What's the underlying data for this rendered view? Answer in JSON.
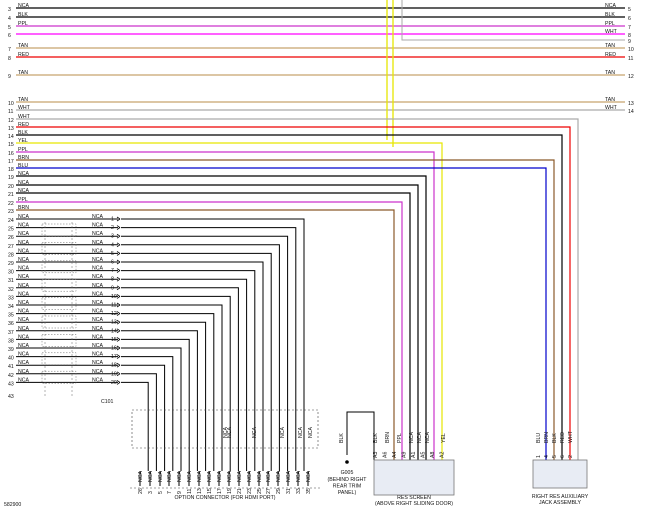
{
  "diagram_id": "582900",
  "left_pins": [
    {
      "n": "3",
      "c": "NCA",
      "k": "#000000"
    },
    {
      "n": "4",
      "c": "BLK",
      "k": "#000000"
    },
    {
      "n": "5",
      "c": "PPL",
      "k": "#cc33cc"
    },
    {
      "n": "6",
      "c": "",
      "k": "#ff00ff"
    },
    {
      "n": "7",
      "c": "TAN",
      "k": "#c8a56e"
    },
    {
      "n": "8",
      "c": "RED",
      "k": "#ee0000"
    },
    {
      "n": "9",
      "c": "TAN",
      "k": "#c8a56e"
    },
    {
      "n": "10",
      "c": "TAN",
      "k": "#c8a56e"
    },
    {
      "n": "11",
      "c": "WHT",
      "k": "#999999"
    },
    {
      "n": "12",
      "c": "WHT",
      "k": "#999999"
    },
    {
      "n": "13",
      "c": "RED",
      "k": "#ee0000"
    },
    {
      "n": "14",
      "c": "BLK",
      "k": "#000000"
    },
    {
      "n": "15",
      "c": "YEL",
      "k": "#e6e600"
    },
    {
      "n": "16",
      "c": "PPL",
      "k": "#cc33cc"
    },
    {
      "n": "17",
      "c": "BRN",
      "k": "#8b5a2b"
    },
    {
      "n": "18",
      "c": "BLU",
      "k": "#0000cc"
    },
    {
      "n": "19",
      "c": "NCA",
      "k": "#000000"
    },
    {
      "n": "20",
      "c": "NCA",
      "k": "#000000"
    },
    {
      "n": "21",
      "c": "NCA",
      "k": "#000000"
    },
    {
      "n": "22",
      "c": "PPL",
      "k": "#cc33cc"
    },
    {
      "n": "23",
      "c": "BRN",
      "k": "#8b5a2b"
    }
  ],
  "right_pins": [
    {
      "n": "5",
      "c": "NCA"
    },
    {
      "n": "6",
      "c": "BLK"
    },
    {
      "n": "7",
      "c": "PPL"
    },
    {
      "n": "8",
      "c": "WHT"
    },
    {
      "n": "9",
      "c": ""
    },
    {
      "n": "10",
      "c": "TAN"
    },
    {
      "n": "11",
      "c": "RED"
    },
    {
      "n": "12",
      "c": "TAN"
    },
    {
      "n": "13",
      "c": "TAN"
    },
    {
      "n": "14",
      "c": "WHT"
    }
  ],
  "c_rows": [
    {
      "n": "24",
      "p": "1"
    },
    {
      "n": "25",
      "p": "2"
    },
    {
      "n": "26",
      "p": "3"
    },
    {
      "n": "27",
      "p": "4"
    },
    {
      "n": "28",
      "p": "5"
    },
    {
      "n": "29",
      "p": "6"
    },
    {
      "n": "30",
      "p": "7"
    },
    {
      "n": "31",
      "p": "8"
    },
    {
      "n": "32",
      "p": "9"
    },
    {
      "n": "33",
      "p": "10"
    },
    {
      "n": "34",
      "p": "11"
    },
    {
      "n": "35",
      "p": "12"
    },
    {
      "n": "36",
      "p": "13"
    },
    {
      "n": "37",
      "p": "14"
    },
    {
      "n": "38",
      "p": "15"
    },
    {
      "n": "39",
      "p": "16"
    },
    {
      "n": "40",
      "p": "17"
    },
    {
      "n": "41",
      "p": "18"
    },
    {
      "n": "42",
      "p": "19"
    },
    {
      "n": "43",
      "p": "20"
    }
  ],
  "row_color": "NCA",
  "connector_id": "C101",
  "option_connector": {
    "label": "OPTION CONNECTOR (FOR HDMI PORT)",
    "top_labels": [
      "NCA",
      "NCA",
      "NCA",
      "NCA",
      "NCA",
      "NCA"
    ],
    "bottom_label": "NCA",
    "pin_first": "26"
  },
  "ground": {
    "wire": "BLK",
    "id": "G005",
    "lines": [
      "(BEHIND RIGHT",
      "REAR TRIM",
      "PANEL)"
    ]
  },
  "res_screen": {
    "wires": [
      "BLK",
      "BRN",
      "PPL",
      "NCA",
      "NCA",
      "NCA",
      "YEL"
    ],
    "pins": [
      "A3",
      "A6",
      "A4",
      "A9",
      "A1",
      "A5",
      "A8",
      "A2"
    ],
    "line1": "RES SCREEN",
    "line2": "(ABOVE RIGHT SLIDING DOOR)"
  },
  "jack": {
    "wires": [
      "BLU",
      "BRN",
      "BLK",
      "RED",
      "WHT"
    ],
    "pins": [
      "1",
      "4",
      "5",
      "6",
      "2"
    ],
    "line1": "RIGHT RES AUXILIARY",
    "line2": "JACK ASSEMBLY"
  }
}
